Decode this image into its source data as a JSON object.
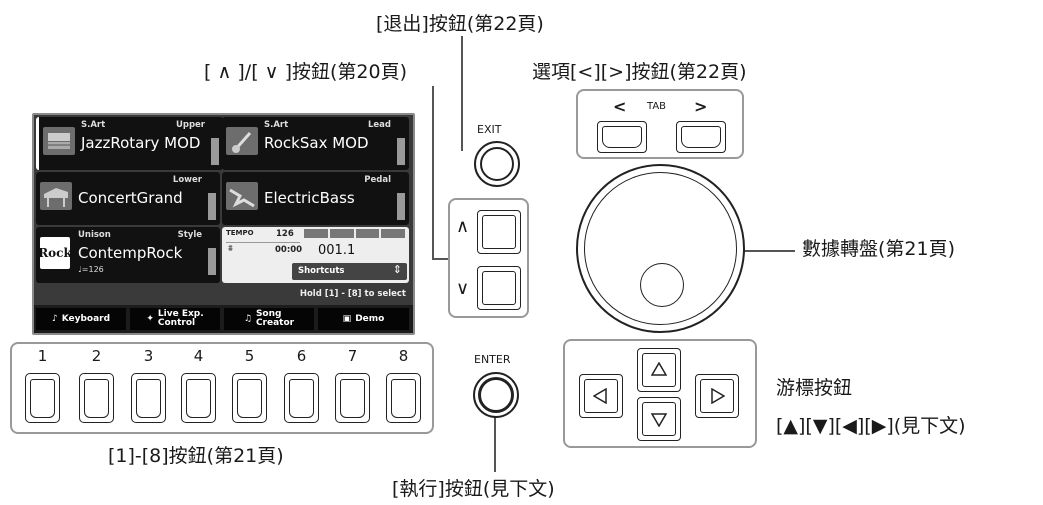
{
  "callouts": {
    "exit": "[退出]按鈕(第22頁)",
    "updown": "[ ∧ ]/[ ∨ ]按鈕(第20頁)",
    "tab": "選項[<][>]按鈕(第22頁)",
    "dial": "數據轉盤(第21頁)",
    "cursor_line1": "游標按鈕",
    "cursor_line2": "[▲][▼][◀][▶](見下文)",
    "numbers": "[1]-[8]按鈕(第21頁)",
    "enter": "[執行]按鈕(見下文)"
  },
  "panel_labels": {
    "exit": "EXIT",
    "enter": "ENTER",
    "tab": "TAB",
    "tab_left": "<",
    "tab_right": ">",
    "up": "∧",
    "down": "∨"
  },
  "number_buttons": [
    "1",
    "2",
    "3",
    "4",
    "5",
    "6",
    "7",
    "8"
  ],
  "screen": {
    "upper": {
      "part": "S.Art",
      "role": "Upper",
      "voice": "JazzRotary MOD",
      "icon": "organ-icon"
    },
    "lead": {
      "part": "S.Art",
      "role": "Lead",
      "voice": "RockSax MOD",
      "icon": "sax-icon"
    },
    "lower": {
      "part": "",
      "role": "Lower",
      "voice": "ConcertGrand",
      "icon": "grand-piano-icon"
    },
    "pedal": {
      "part": "",
      "role": "Pedal",
      "voice": "ElectricBass",
      "icon": "bass-guitar-icon"
    },
    "style": {
      "part": "Unison",
      "role": "Style",
      "name": "ContempRock",
      "tempo_note": "♩=126",
      "logo": "Rock"
    },
    "tempo_label": "TEMPO",
    "tempo_value": "126",
    "time_value": "00:00",
    "measure": "001.1",
    "shortcuts": "Shortcuts",
    "hold_hint": "Hold [1] - [8] to select",
    "bottom_buttons": [
      {
        "line1": "Keyboard",
        "line2": ""
      },
      {
        "line1": "Live Exp.",
        "line2": "Control"
      },
      {
        "line1": "Song",
        "line2": "Creator"
      },
      {
        "line1": "Demo",
        "line2": ""
      }
    ]
  }
}
